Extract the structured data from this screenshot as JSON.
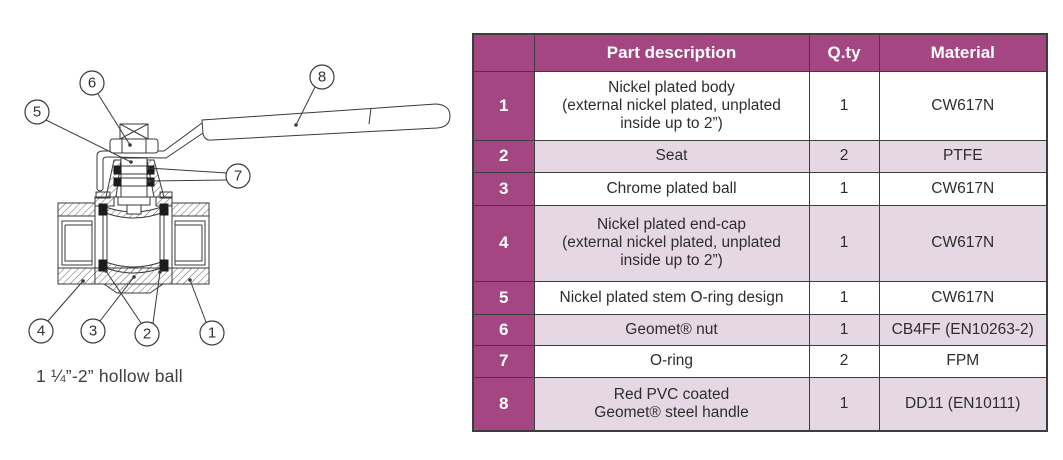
{
  "diagram": {
    "caption": "1 ¼”-2” hollow ball",
    "callouts": [
      "1",
      "2",
      "3",
      "4",
      "5",
      "6",
      "7",
      "8"
    ]
  },
  "table": {
    "headers": [
      "",
      "Part description",
      "Q.ty",
      "Material"
    ],
    "rows": [
      {
        "num": "1",
        "description": "Nickel plated body\n(external nickel plated, unplated\ninside up to 2”)",
        "qty": "1",
        "material": "CW617N"
      },
      {
        "num": "2",
        "description": "Seat",
        "qty": "2",
        "material": "PTFE"
      },
      {
        "num": "3",
        "description": "Chrome plated ball",
        "qty": "1",
        "material": "CW617N"
      },
      {
        "num": "4",
        "description": "Nickel plated end-cap\n(external nickel plated, unplated\ninside up to 2”)",
        "qty": "1",
        "material": "CW617N"
      },
      {
        "num": "5",
        "description": "Nickel plated stem O-ring design",
        "qty": "1",
        "material": "CW617N"
      },
      {
        "num": "6",
        "description": "Geomet® nut",
        "qty": "1",
        "material": "CB4FF (EN10263-2)"
      },
      {
        "num": "7",
        "description": "O-ring",
        "qty": "2",
        "material": "FPM"
      },
      {
        "num": "8",
        "description": "Red PVC coated\nGeomet® steel handle",
        "qty": "1",
        "material": "DD11 (EN10111)"
      }
    ]
  },
  "colors": {
    "header_purple": "#a34682",
    "row_shade": "#e5d8e4",
    "border": "#3d3d3d",
    "line_art": "#3a3a3a"
  }
}
